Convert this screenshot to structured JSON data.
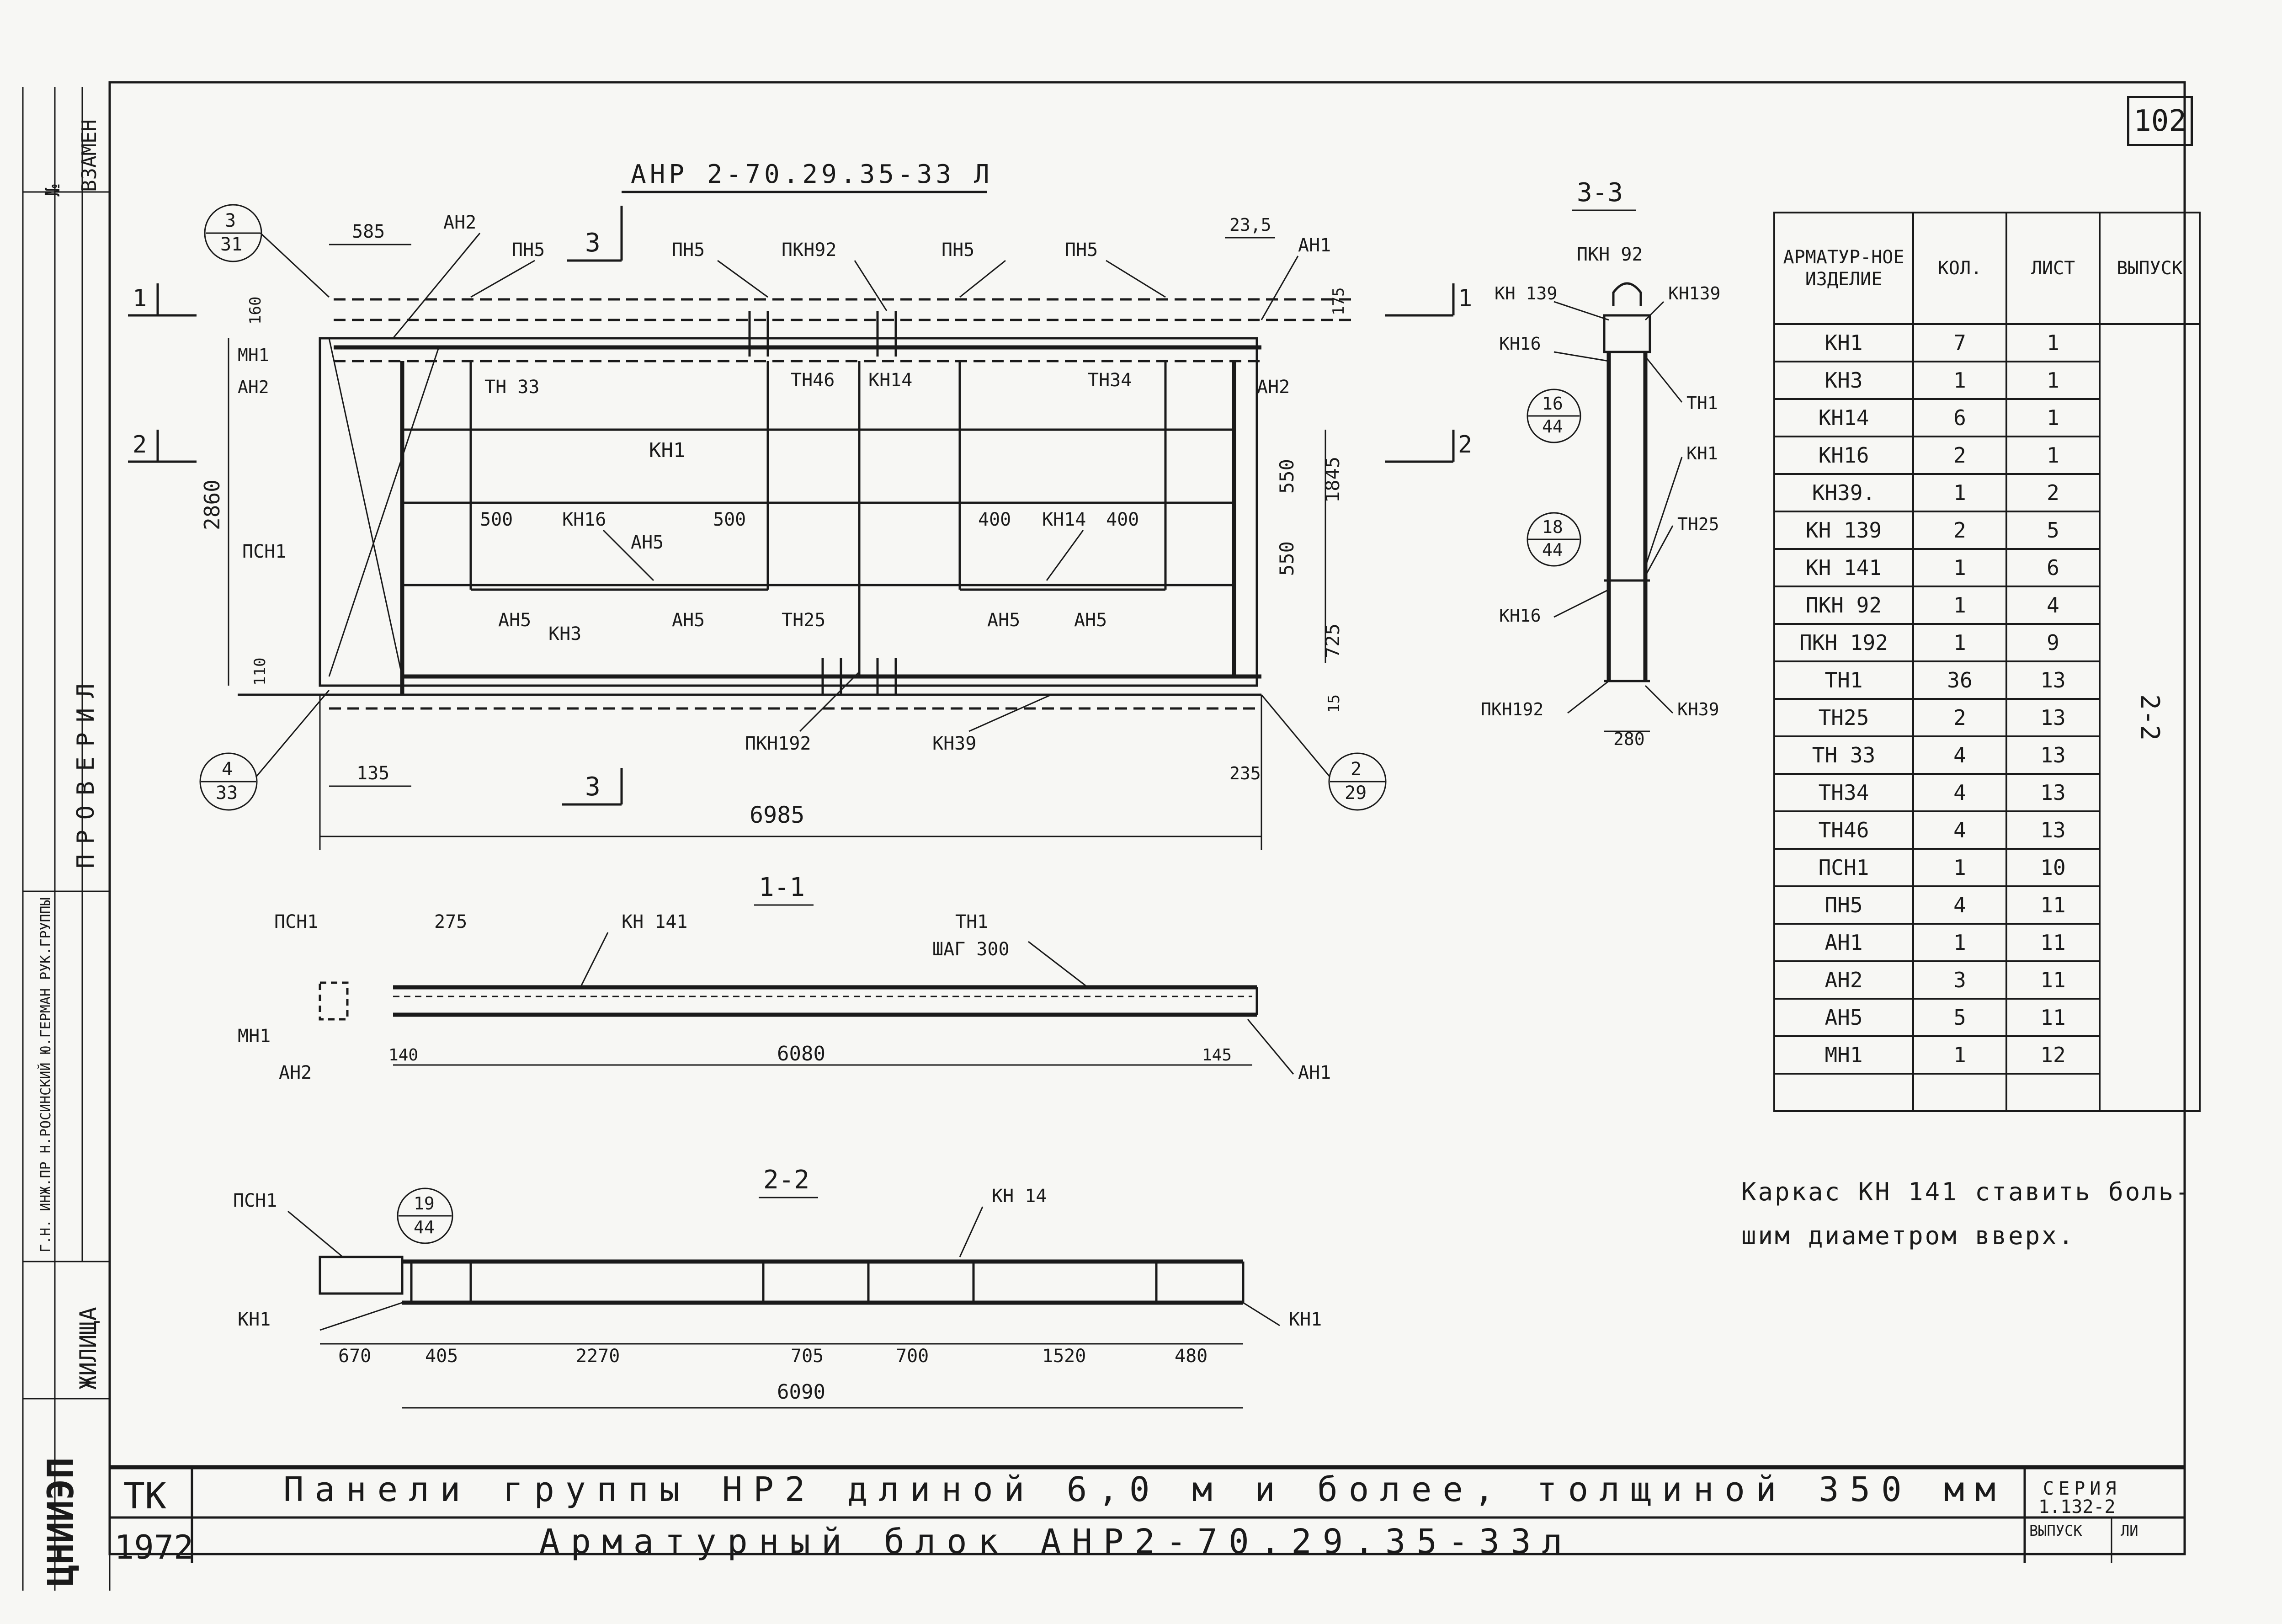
{
  "page_number": "102",
  "main_title": "АНР 2-70.29.35-33 Л",
  "sections": {
    "s11": "1-1",
    "s22": "2-2",
    "s33": "3-3"
  },
  "section_marks": {
    "m1": "1",
    "m2": "2",
    "m3": "3"
  },
  "callouts": [
    {
      "top": "3",
      "bottom": "31"
    },
    {
      "top": "4",
      "bottom": "33"
    },
    {
      "top": "2",
      "bottom": "29"
    },
    {
      "top": "16",
      "bottom": "44"
    },
    {
      "top": "18",
      "bottom": "44"
    },
    {
      "top": "19",
      "bottom": "44"
    }
  ],
  "plan_labels": {
    "an2_top": "АН2",
    "pn5_a": "ПН5",
    "pn5_b": "ПН5",
    "pkn92": "ПКН92",
    "pn5_c": "ПН5",
    "pn5_d": "ПН5",
    "an1": "АН1",
    "mn1": "МН1",
    "an2_left": "АН2",
    "tn33": "ТН 33",
    "tn46": "ТН46",
    "kn14_a": "КН14",
    "tn34": "ТН34",
    "an2_right": "АН2",
    "kn1": "КН1",
    "psn1": "ПСН1",
    "kn16": "КН16",
    "an5_a": "АН5",
    "kn14_b": "КН14",
    "an5_b": "АН5",
    "kn3": "КН3",
    "an5_c": "АН5",
    "tn25": "ТН25",
    "an5_d": "АН5",
    "an5_e": "АН5",
    "pkn192": "ПКН192",
    "kn39": "КН39"
  },
  "plan_dims": {
    "d585": "585",
    "d235a": "23,5",
    "d160": "160",
    "d175": "175",
    "d2860": "2860",
    "d550a": "550",
    "d550b": "550",
    "d1845": "1845",
    "d500a": "500",
    "d500b": "500",
    "d400a": "400",
    "d400b": "400",
    "d725": "725",
    "d110": "110",
    "d15": "15",
    "d135": "135",
    "d235b": "235",
    "d6985": "6985"
  },
  "s33_labels": {
    "pkn92": "ПКН 92",
    "kn139a": "КН 139",
    "kn139b": "КН139",
    "kn16a": "КН16",
    "tn1": "ТН1",
    "kn1": "КН1",
    "tn25": "ТН25",
    "kn16b": "КН16",
    "pkn192": "ПКН192",
    "kn39": "КН39",
    "d280": "280"
  },
  "s11_labels": {
    "psn1": "ПСН1",
    "d275": "275",
    "kn141": "КН 141",
    "tn1": "ТН1",
    "step": "ШАГ 300",
    "mn1": "МН1",
    "an2": "АН2",
    "d140": "140",
    "d6080": "6080",
    "d145": "145",
    "an1": "АН1"
  },
  "s22_labels": {
    "psn1": "ПСН1",
    "kn14": "КН 14",
    "kn1_left": "КН1",
    "kn1_right": "КН1",
    "d670": "670",
    "d405": "405",
    "d2270": "2270",
    "d705": "705",
    "d700": "700",
    "d1520": "1520",
    "d480": "480",
    "d6090": "6090"
  },
  "spec_table": {
    "headers": [
      "АРМАТУР-НОЕ ИЗДЕЛИЕ",
      "КОЛ.",
      "ЛИСТ",
      "ВЫПУСК"
    ],
    "release": "2-2",
    "rows": [
      [
        "КН1",
        "7",
        "1"
      ],
      [
        "КН3",
        "1",
        "1"
      ],
      [
        "КН14",
        "6",
        "1"
      ],
      [
        "КН16",
        "2",
        "1"
      ],
      [
        "КН39.",
        "1",
        "2"
      ],
      [
        "КН 139",
        "2",
        "5"
      ],
      [
        "КН 141",
        "1",
        "6"
      ],
      [
        "ПКН 92",
        "1",
        "4"
      ],
      [
        "ПКН 192",
        "1",
        "9"
      ],
      [
        "ТН1",
        "36",
        "13"
      ],
      [
        "ТН25",
        "2",
        "13"
      ],
      [
        "ТН 33",
        "4",
        "13"
      ],
      [
        "ТН34",
        "4",
        "13"
      ],
      [
        "ТН46",
        "4",
        "13"
      ],
      [
        "ПСН1",
        "1",
        "10"
      ],
      [
        "ПН5",
        "4",
        "11"
      ],
      [
        "АН1",
        "1",
        "11"
      ],
      [
        "АН2",
        "3",
        "11"
      ],
      [
        "АН5",
        "5",
        "11"
      ],
      [
        "МН1",
        "1",
        "12"
      ],
      [
        "",
        "",
        ""
      ]
    ]
  },
  "note": "Каркас КН 141 ставить боль-шим диаметром вверх.",
  "stamp": {
    "org": "ТК",
    "year": "1972",
    "title1": "Панели группы НР2 длиной 6,0 м и более, толщиной 350 мм",
    "title2": "Арматурный блок АНР2-70.29.35-33л",
    "series_label": "СЕРИЯ",
    "series": "1.132-2",
    "release_label": "ВЫПУСК",
    "sheet_label": "ЛИ"
  },
  "side_strip": {
    "vzamen": "ВЗАМЕН",
    "no": "№",
    "checked": "ПРОВЕРИЛ",
    "zhilishcha": "ЖИЛИЩА",
    "logo": "ЦНИИЭП",
    "signatures": "Г.Н. ИНЖ.ПР  Н.РОСИНСКИЙ  Ю.ГЕРМАН  РУК.ГРУППЫ"
  }
}
